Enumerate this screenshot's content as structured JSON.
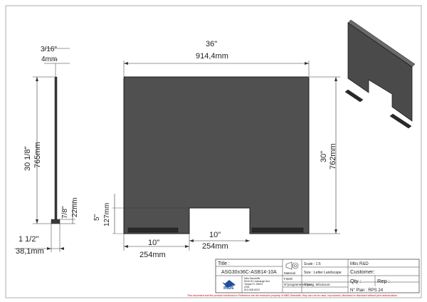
{
  "dimensions": {
    "width_in": "36\"",
    "width_mm": "914,4mm",
    "thickness_in": "3/16\"",
    "thickness_mm": "4mm",
    "total_height_in": "30 1/8\"",
    "total_height_mm": "765mm",
    "base_height_in": "7/8\"",
    "base_height_mm": "22mm",
    "base_depth_in": "1 1/2\"",
    "base_depth_mm": "38,1mm",
    "panel_height_in": "30\"",
    "panel_height_mm": "762mm",
    "cutout_height_in": "5\"",
    "cutout_height_mm": "127mm",
    "cutout_offset_in": "10\"",
    "cutout_offset_mm": "254mm",
    "cutout_width_in": "10\"",
    "cutout_width_mm": "254mm"
  },
  "title_block": {
    "title_label": "Title :",
    "title_value": "ASG30x36C-ASB14-10A",
    "company_address": [
      "Mbs Standoffs",
      "5040 W Linebaugh Ave",
      "Tampa FL 33624",
      "USA",
      "813-908-6020"
    ],
    "material_label": "Material",
    "finish_label": "Finish",
    "program_label": "N°programme laser:",
    "scale": "Scale : 1:5",
    "size": "Size : Letter Landscape",
    "prog_mecanum": "N°prog. Mécanum:",
    "designer": "Mbs R&D",
    "customer_label": "Customer:",
    "qty_label": "Qty :",
    "rep_label": "Rep :",
    "plan_number": "N° Plan : RPS 24",
    "disclaimer": "This document and the product mentioned in Reference are the exclusive property of MBS-Standoffs; they can not be used, reproduced, disclosed or disclosed without prior authorization."
  },
  "colors": {
    "panel": "#505050",
    "panel_border": "#1c1c1c",
    "dimension_line": "#333333",
    "disclaimer": "#cc0000",
    "logo": "#1f4e9c"
  }
}
